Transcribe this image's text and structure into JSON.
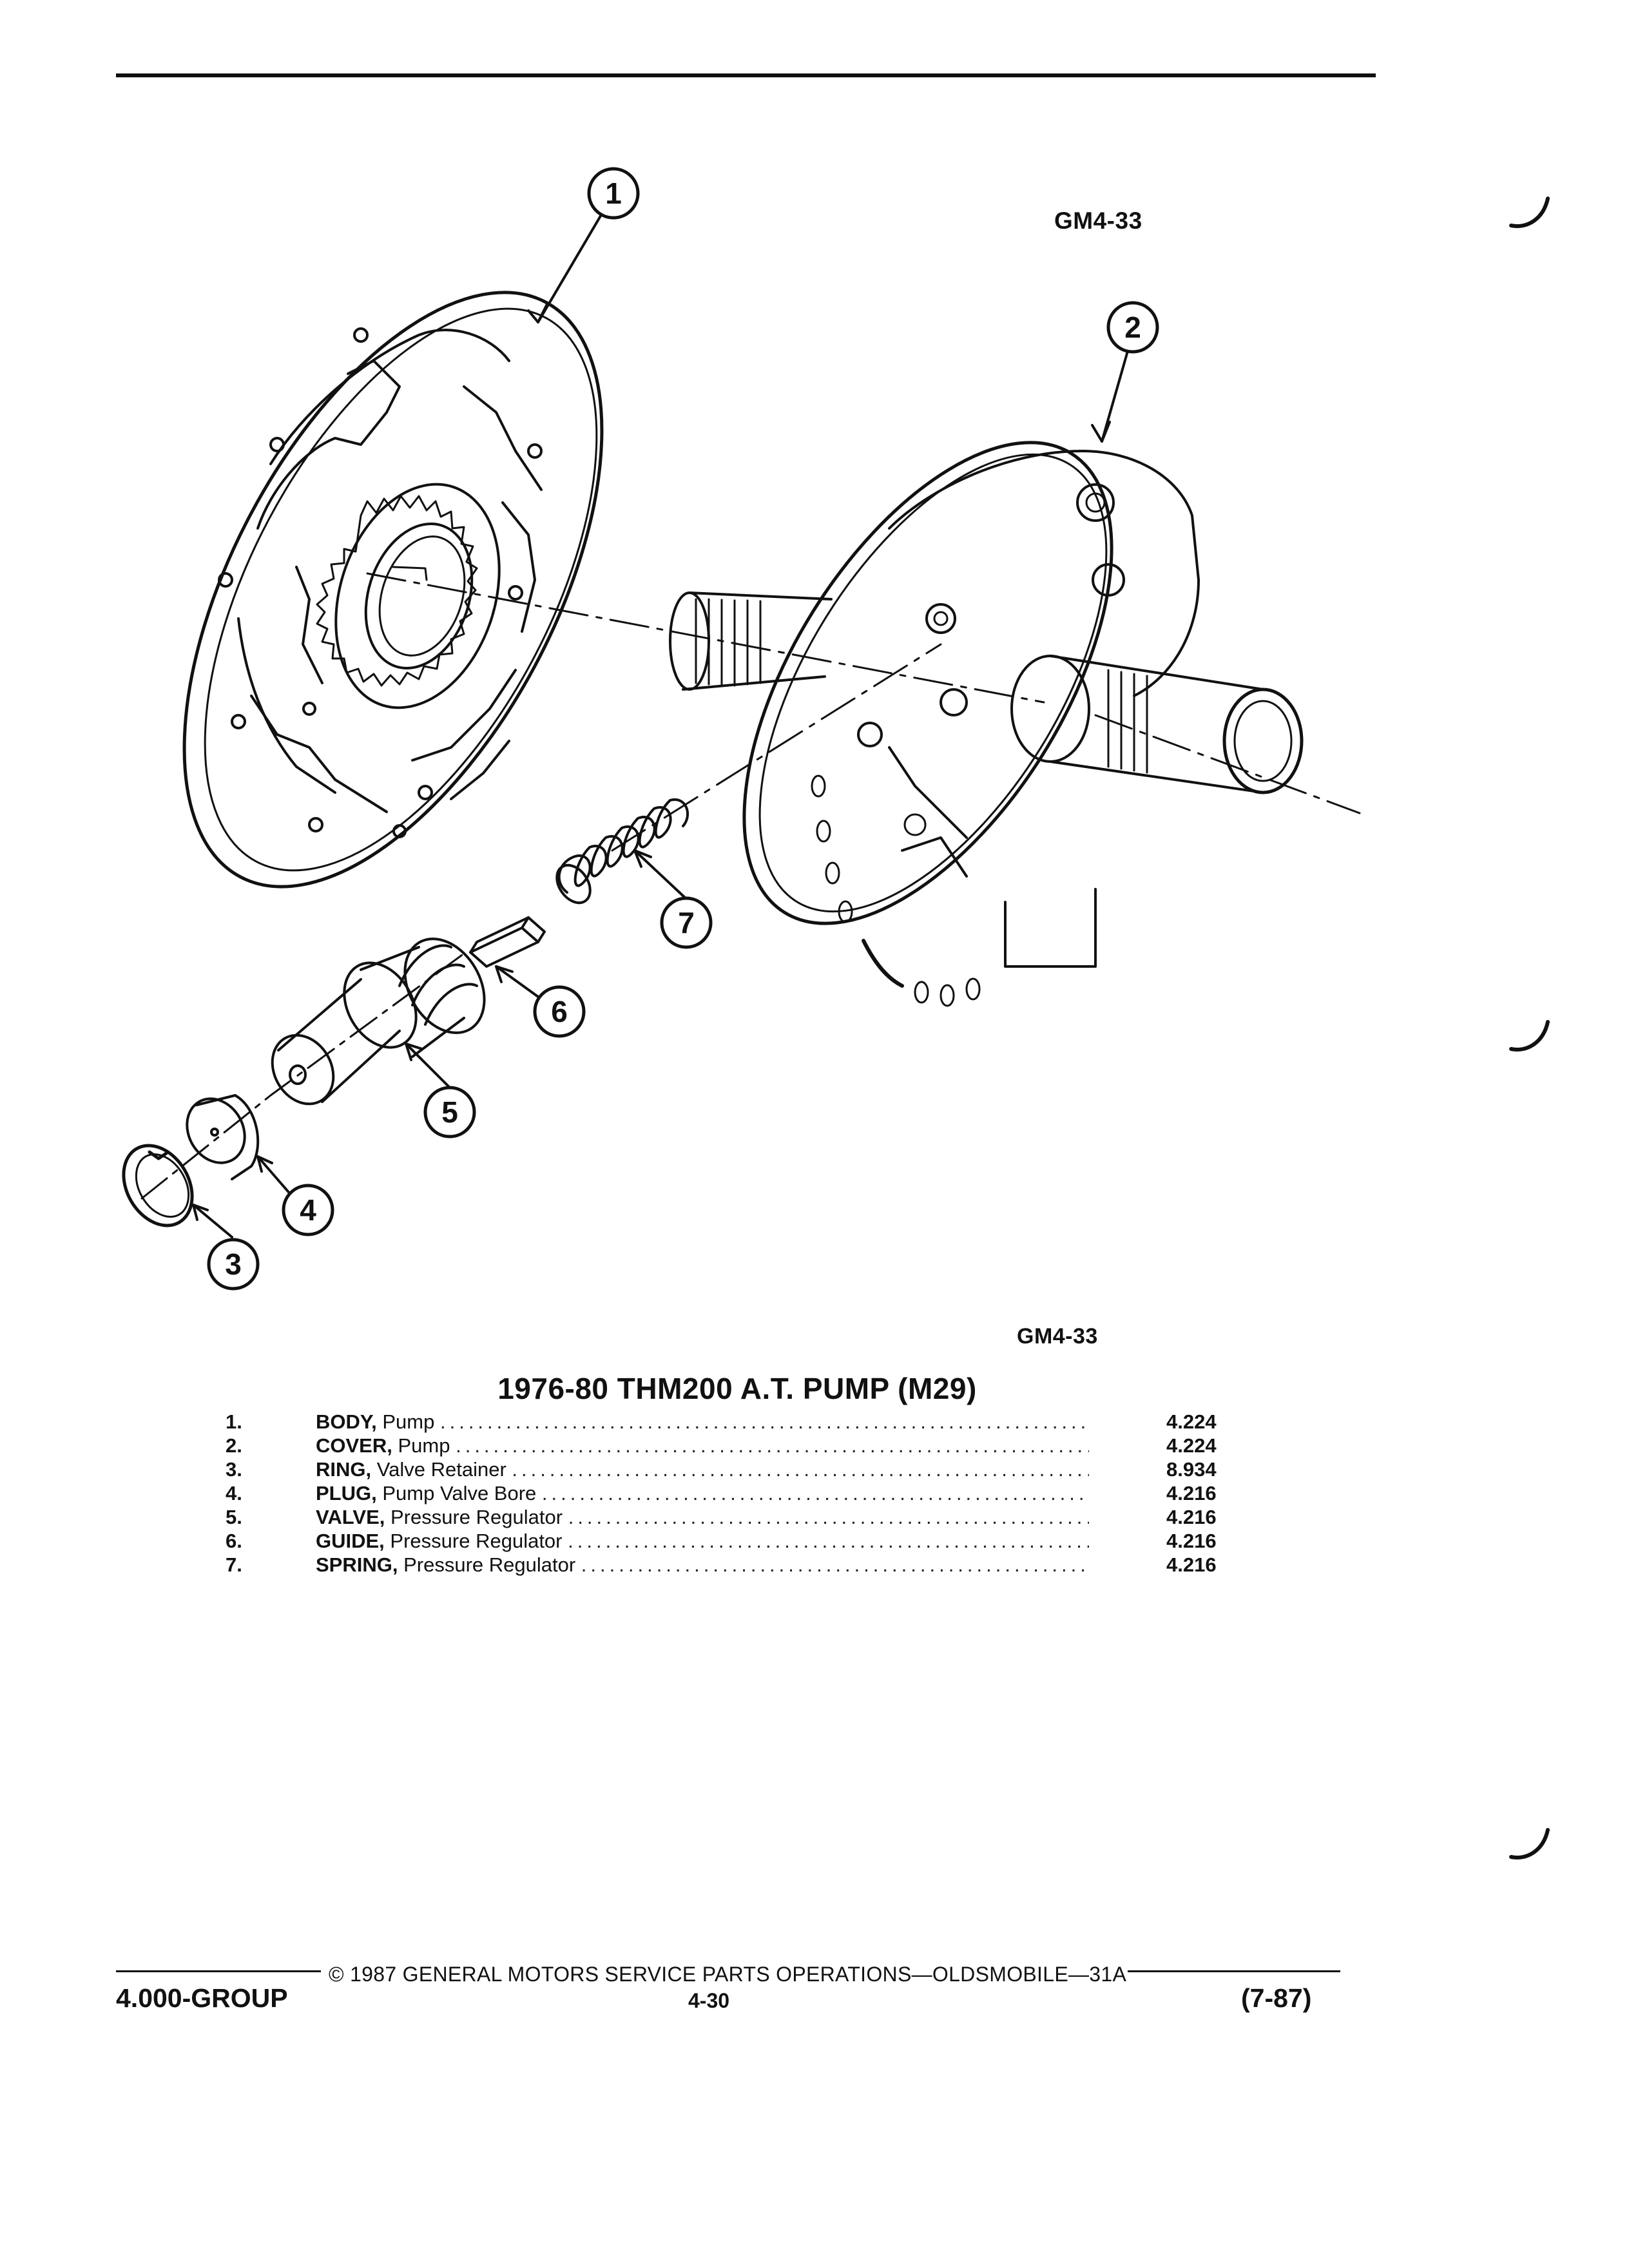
{
  "figure_code": "GM4-33",
  "figure_code_bottom": "GM4-33",
  "callouts": [
    "1",
    "2",
    "3",
    "4",
    "5",
    "6",
    "7"
  ],
  "title": "1976-80 THM200 A.T. PUMP (M29)",
  "parts": [
    {
      "num": "1.",
      "name": "BODY,",
      "desc": "Pump",
      "group": "4.224"
    },
    {
      "num": "2.",
      "name": "COVER,",
      "desc": "Pump",
      "group": "4.224"
    },
    {
      "num": "3.",
      "name": "RING,",
      "desc": "Valve Retainer",
      "group": "8.934"
    },
    {
      "num": "4.",
      "name": "PLUG,",
      "desc": "Pump Valve Bore",
      "group": "4.216"
    },
    {
      "num": "5.",
      "name": "VALVE,",
      "desc": "Pressure Regulator",
      "group": "4.216"
    },
    {
      "num": "6.",
      "name": "GUIDE,",
      "desc": "Pressure Regulator",
      "group": "4.216"
    },
    {
      "num": "7.",
      "name": "SPRING,",
      "desc": "Pressure Regulator",
      "group": "4.216"
    }
  ],
  "footer": {
    "copyright": "© 1987 GENERAL MOTORS SERVICE PARTS OPERATIONS—OLDSMOBILE—31A",
    "group": "4.000-GROUP",
    "page": "4-30",
    "date": "(7-87)"
  }
}
